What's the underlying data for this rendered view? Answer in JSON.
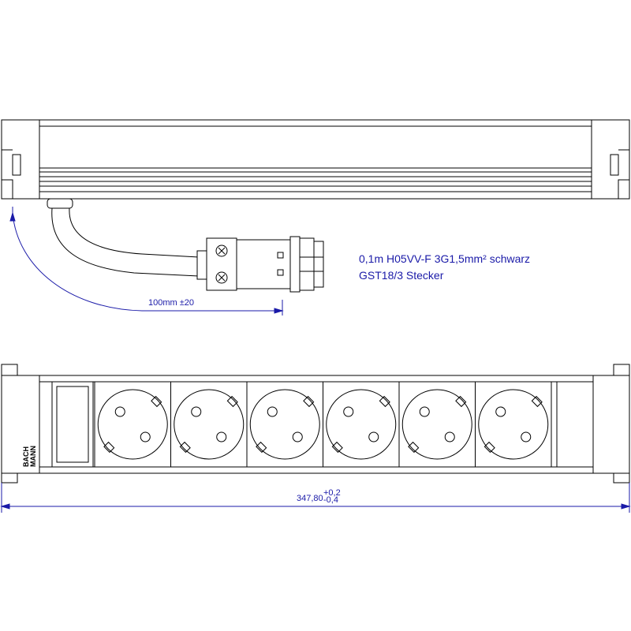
{
  "annotation": {
    "cable_spec": "0,1m H05VV-F 3G1,5mm² schwarz",
    "plug_spec": "GST18/3 Stecker"
  },
  "dimensions": {
    "cable_length": "100mm ±20",
    "total_length": "347,80",
    "total_tol_plus": "+0,2",
    "total_tol_minus": "-0,4"
  },
  "brand": {
    "line1": "BACH",
    "line2": "MANN"
  },
  "outlets": {
    "count": 6
  },
  "colors": {
    "line": "#000000",
    "dimension": "#1a1aa8",
    "text": "#1a1aa8"
  }
}
